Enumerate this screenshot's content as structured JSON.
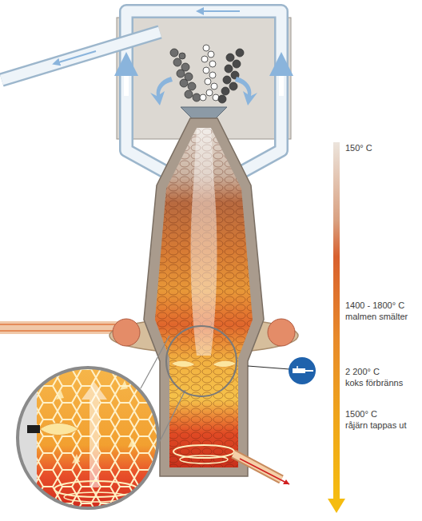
{
  "diagram": {
    "labels": [
      "150° C",
      "1400 - 1800° C",
      "malmen smälter",
      "2 200° C",
      "koks förbränns",
      "1500° C",
      "råjärn tappas ut"
    ]
  }
}
